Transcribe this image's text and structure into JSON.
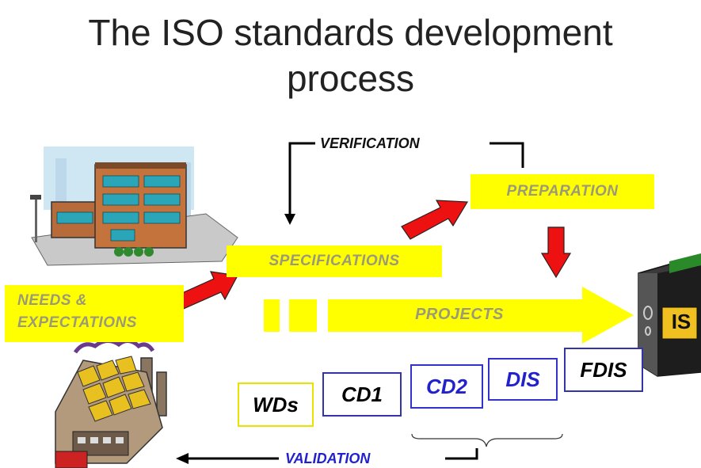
{
  "title": {
    "line1": "The ISO standards development",
    "line2": "process"
  },
  "boxes": {
    "needs_line1": "NEEDS &",
    "needs_line2": "EXPECTATIONS",
    "specifications": "SPECIFICATIONS",
    "preparation": "PREPARATION",
    "projects": "PROJECTS"
  },
  "loops": {
    "verification": "VERIFICATION",
    "validation": "VALIDATION"
  },
  "stages": [
    {
      "label": "WDs",
      "border": "#e8e400",
      "color": "#000000"
    },
    {
      "label": "CD1",
      "border": "#3333aa",
      "color": "#000000"
    },
    {
      "label": "CD2",
      "border": "#3333cc",
      "color": "#2222cc"
    },
    {
      "label": "DIS",
      "border": "#3333cc",
      "color": "#2222cc"
    },
    {
      "label": "FDIS",
      "border": "#3333aa",
      "color": "#000000"
    }
  ],
  "book_label": "IS",
  "colors": {
    "yellow_box": "#ffff00",
    "box_text": "#9a9a78",
    "red_arrow": "#ee1111",
    "validation_text": "#2222cc"
  }
}
